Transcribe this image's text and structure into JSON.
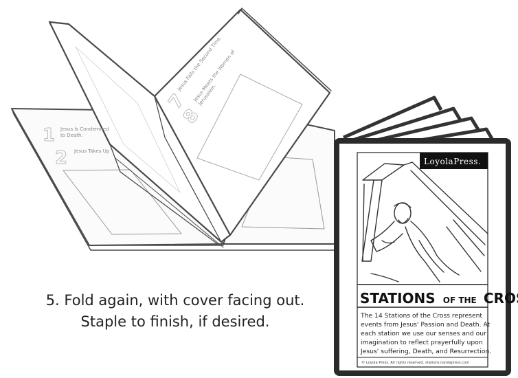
{
  "caption": {
    "line1": "5. Fold again, with cover facing out.",
    "line2": "Staple to finish, if desired."
  },
  "cover": {
    "brand": "LoyolaPress.",
    "title": {
      "stations": "STATIONS",
      "of_the": "OF THE",
      "cross": "CROSS"
    },
    "body_lines": [
      "The 14 Stations of the Cross represent",
      "events from Jesus' Passion and Death. At",
      "each station we use our senses and our",
      "imagination to reflect prayerfully upon",
      "Jesus' suffering, Death, and Resurrection."
    ],
    "footer": "© Loyola Press. All rights reserved. stations.loyolapress.com"
  },
  "open_booklet": {
    "left_page": {
      "numbers": [
        "1",
        "2"
      ],
      "texts": [
        "Jesus Is Condemned",
        "to Death.",
        "Jesus Takes Up"
      ]
    },
    "right_page": {
      "numbers": [
        "7",
        "8"
      ],
      "texts": [
        "Jesus Falls the Second Time.",
        "Jesus Meets the Women of",
        "Jerusalem."
      ]
    }
  },
  "colors": {
    "ink": "#333333",
    "cover_band": "#111111",
    "caption": "#222222"
  }
}
